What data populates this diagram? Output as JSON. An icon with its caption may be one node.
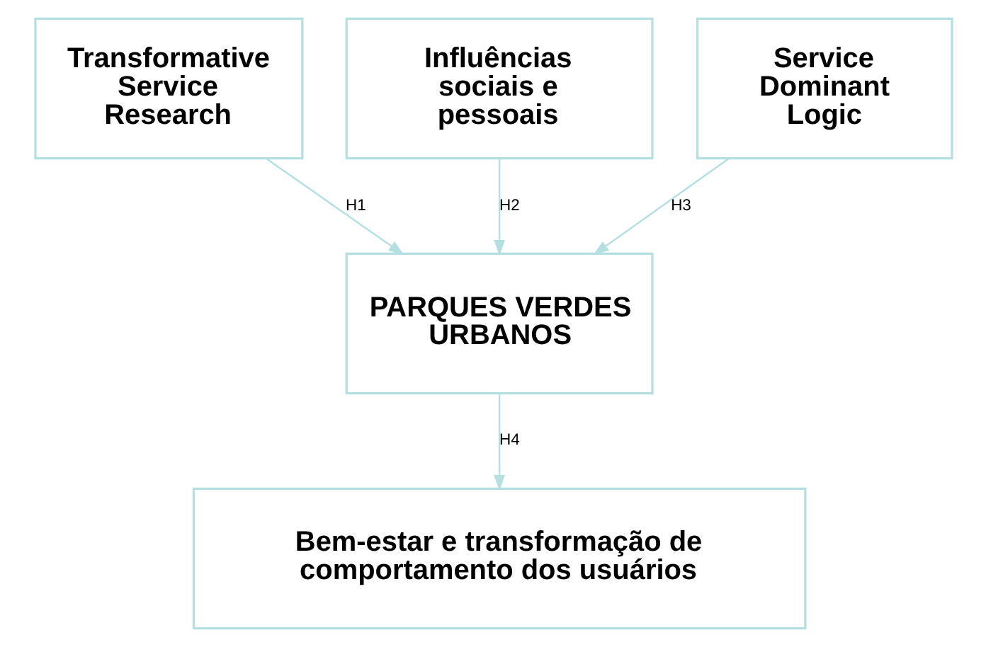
{
  "diagram": {
    "nodes": [
      {
        "text": [
          "Transformative Service Research"
        ]
      },
      {
        "text": [
          "Influências sociais e pessoais"
        ]
      },
      {
        "text": [
          "Service Dominant Logic"
        ]
      },
      {
        "text": [
          "PARQUES VERDES URBANOS"
        ]
      },
      {
        "text": [
          "Bem-estar e transformação de comportamento dos usuários"
        ]
      }
    ],
    "edges": [
      {
        "from": 0,
        "to": 3,
        "arrow": "to",
        "label": "H1"
      },
      {
        "from": 1,
        "to": 3,
        "arrow": "to",
        "label": "H2"
      },
      {
        "from": 2,
        "to": 3,
        "arrow": "to",
        "label": "H3"
      },
      {
        "from": 3,
        "to": 4,
        "arrow": "to",
        "label": "H4"
      }
    ]
  }
}
